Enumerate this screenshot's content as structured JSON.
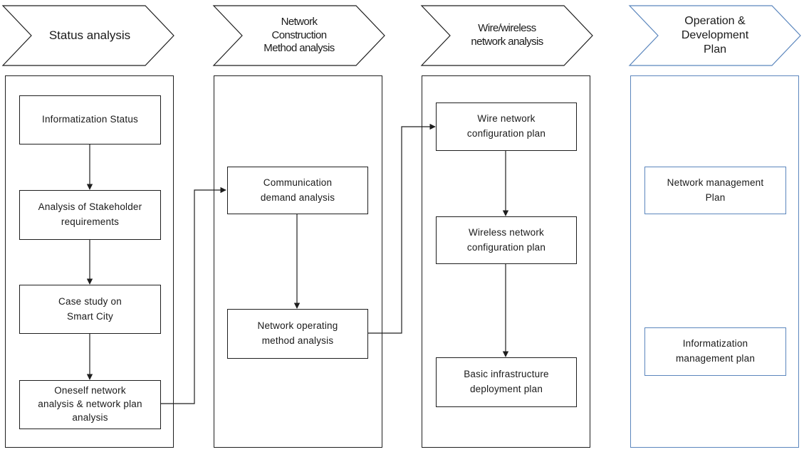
{
  "stages": [
    {
      "lines": [
        "Status analysis"
      ]
    },
    {
      "lines": [
        "Network",
        "Construction",
        "Method analysis"
      ]
    },
    {
      "lines": [
        "Wire/wireless",
        "network analysis"
      ]
    },
    {
      "lines": [
        "Operation &",
        "Development",
        "Plan"
      ]
    }
  ],
  "column1": {
    "boxes": [
      {
        "lines": [
          "Informatization Status"
        ]
      },
      {
        "lines": [
          "Analysis of Stakeholder",
          "requirements"
        ]
      },
      {
        "lines": [
          "Case study on",
          "Smart City"
        ]
      },
      {
        "lines": [
          "Oneself network",
          "analysis & network plan",
          "analysis"
        ]
      }
    ]
  },
  "column2": {
    "boxes": [
      {
        "lines": [
          "Communication",
          "demand analysis"
        ]
      },
      {
        "lines": [
          "Network operating",
          "method analysis"
        ]
      }
    ]
  },
  "column3": {
    "boxes": [
      {
        "lines": [
          "Wire network",
          "configuration plan"
        ]
      },
      {
        "lines": [
          "Wireless network",
          "configuration plan"
        ]
      },
      {
        "lines": [
          "Basic infrastructure",
          "deployment plan"
        ]
      }
    ]
  },
  "column4": {
    "boxes": [
      {
        "lines": [
          "Network management",
          "Plan"
        ]
      },
      {
        "lines": [
          "Informatization",
          "management plan"
        ]
      }
    ]
  },
  "colors": {
    "dark_border": "#1e1e1e",
    "blue_border": "#5b86bd"
  }
}
